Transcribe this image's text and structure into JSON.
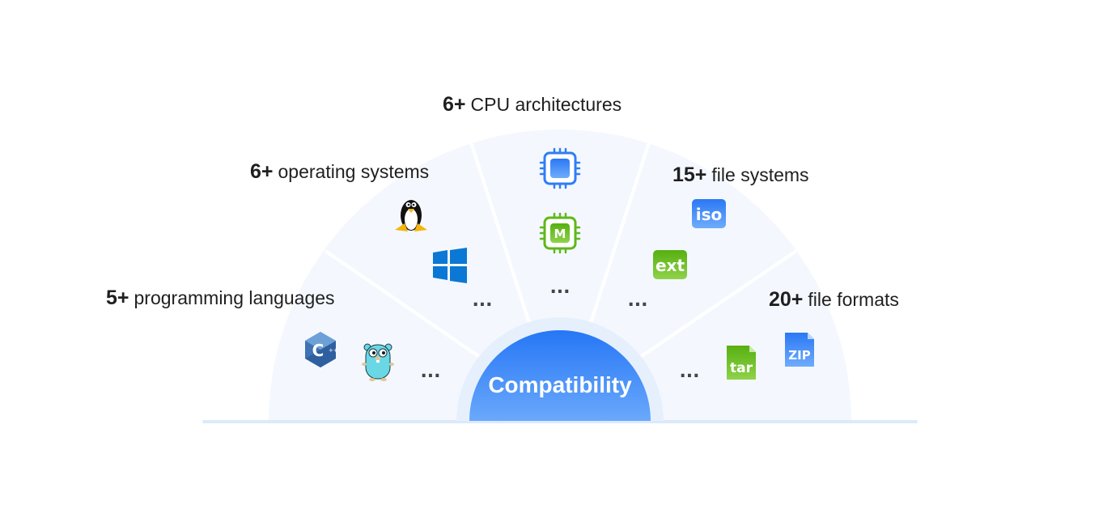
{
  "center": {
    "label": "Compatibility"
  },
  "sectors": [
    {
      "id": "languages",
      "count": "5+",
      "label": "programming languages",
      "icons": [
        "cpp-icon",
        "go-gopher-icon"
      ]
    },
    {
      "id": "os",
      "count": "6+",
      "label": "operating systems",
      "icons": [
        "linux-tux-icon",
        "windows-icon"
      ]
    },
    {
      "id": "cpu",
      "count": "6+",
      "label": "CPU architectures",
      "icons": [
        "cpu-chip-icon",
        "m-chip-icon"
      ]
    },
    {
      "id": "filesystems",
      "count": "15+",
      "label": "file systems",
      "icons": [
        "iso-icon",
        "ext-icon"
      ]
    },
    {
      "id": "formats",
      "count": "20+",
      "label": "file formats",
      "icons": [
        "tar-file-icon",
        "zip-file-icon"
      ]
    }
  ],
  "icon_text": {
    "cpp": "C",
    "m_chip": "M",
    "iso": "iso",
    "ext": "ext",
    "tar": "tar",
    "zip": "ZIP"
  },
  "ellipsis": "...",
  "colors": {
    "blue": "#2f7df6",
    "green": "#5fb81a",
    "fan": "#f4f8fe",
    "divider": "#ffffff",
    "baseline": "#dbe9fb"
  }
}
